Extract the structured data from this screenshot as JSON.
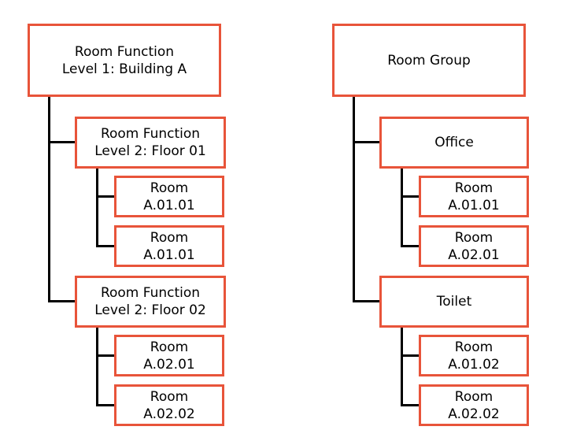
{
  "diagram": {
    "border_color": "#e8543a",
    "line_color": "#000000",
    "background_color": "#ffffff",
    "trees": [
      {
        "name": "room-function-hierarchy",
        "root": {
          "label": "Room Function\nLevel 1: Building A"
        },
        "children": [
          {
            "label": "Room Function\nLevel 2: Floor 01",
            "children": [
              {
                "label": "Room\nA.01.01"
              },
              {
                "label": "Room\nA.01.01"
              }
            ]
          },
          {
            "label": "Room Function\nLevel 2: Floor 02",
            "children": [
              {
                "label": "Room\nA.02.01"
              },
              {
                "label": "Room\nA.02.02"
              }
            ]
          }
        ]
      },
      {
        "name": "room-group-hierarchy",
        "root": {
          "label": "Room Group"
        },
        "children": [
          {
            "label": "Office",
            "children": [
              {
                "label": "Room\nA.01.01"
              },
              {
                "label": "Room\nA.02.01"
              }
            ]
          },
          {
            "label": "Toilet",
            "children": [
              {
                "label": "Room\nA.01.02"
              },
              {
                "label": "Room\nA.02.02"
              }
            ]
          }
        ]
      }
    ]
  }
}
